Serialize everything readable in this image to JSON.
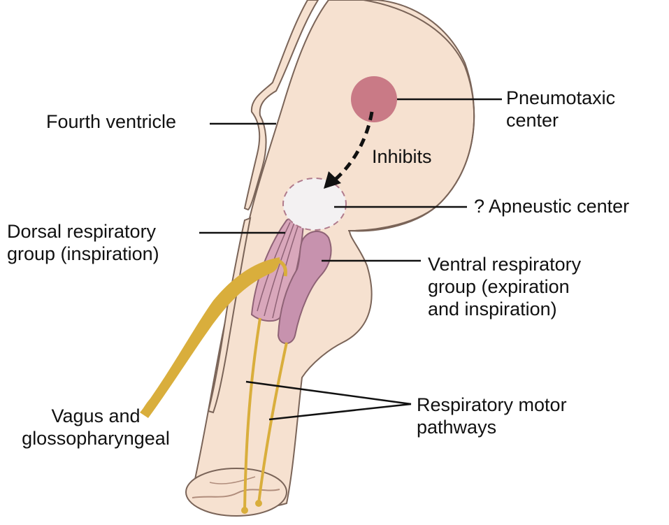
{
  "labels": {
    "fourth_ventricle": "Fourth ventricle",
    "pneumotaxic": [
      "Pneumotaxic",
      "center"
    ],
    "inhibits": "Inhibits",
    "apneustic": "? Apneustic center",
    "dorsal": [
      "Dorsal respiratory",
      "group (inspiration)"
    ],
    "ventral": [
      "Ventral respiratory",
      "group (expiration",
      "and inspiration)"
    ],
    "motor": [
      "Respiratory motor",
      "pathways"
    ],
    "vagus": [
      "Vagus and",
      "glossopharyngeal"
    ]
  },
  "colors": {
    "tissue": "#f6e1d0",
    "tissue_stroke": "#7a6458",
    "pneumotaxic": "#c97a86",
    "nerve": "#d9ae3c",
    "dorsal_group": "#d9a7bb",
    "ventral_group": "#c792ae",
    "apneustic": "#f3f1f2"
  }
}
